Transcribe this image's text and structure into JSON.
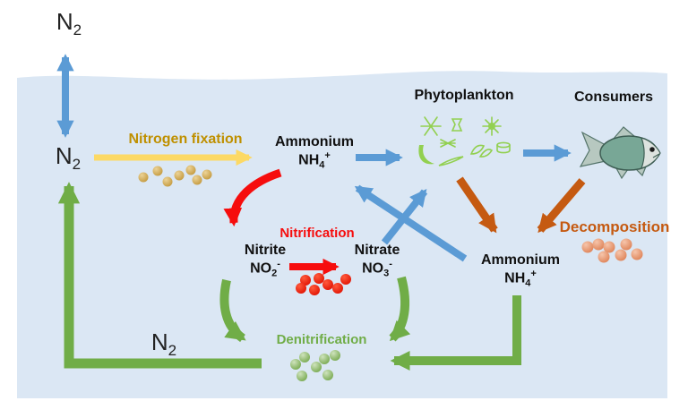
{
  "colors": {
    "water": "#dbe7f4",
    "blue": "#5b9bd5",
    "yellow": "#fcd965",
    "gold": "#bf9000",
    "red": "#f60d0d",
    "green": "#70ad47",
    "orange": "#c55a11",
    "phyto": "#92d050",
    "fish": "#78a796"
  },
  "labels": {
    "n2_atmosphere": {
      "base": "N",
      "sub": "2"
    },
    "n2_dissolved": {
      "base": "N",
      "sub": "2"
    },
    "n2_product": {
      "base": "N",
      "sub": "2"
    },
    "nitrogen_fixation": "Nitrogen fixation",
    "ammonium_pool": {
      "title": "Ammonium",
      "base": "NH",
      "sub": "4",
      "sup": "+"
    },
    "phytoplankton": "Phytoplankton",
    "consumers": "Consumers",
    "nitrification": "Nitrification",
    "nitrite": {
      "title": "Nitrite",
      "base": "NO",
      "sub": "2",
      "sup": "-"
    },
    "nitrate": {
      "title": "Nitrate",
      "base": "NO",
      "sub": "3",
      "sup": "-"
    },
    "ammonium_regenerated": {
      "title": "Ammonium",
      "base": "NH",
      "sub": "4",
      "sup": "+"
    },
    "decomposition": "Decomposition",
    "denitrification": "Denitrification"
  },
  "flows": [
    {
      "from": "N2 atmosphere",
      "to": "N2 dissolved",
      "color": "blue",
      "bidirectional": true
    },
    {
      "from": "N2 dissolved",
      "to": "Ammonium NH4+",
      "process": "Nitrogen fixation",
      "color": "yellow"
    },
    {
      "from": "Ammonium NH4+",
      "to": "Nitrite NO2-",
      "process": "Nitrification",
      "color": "red"
    },
    {
      "from": "Nitrite NO2-",
      "to": "Nitrate NO3-",
      "process": "Nitrification",
      "color": "red"
    },
    {
      "from": "Ammonium NH4+",
      "to": "Phytoplankton",
      "color": "blue"
    },
    {
      "from": "Nitrate NO3-",
      "to": "Phytoplankton",
      "color": "blue"
    },
    {
      "from": "Ammonium NH4+ regenerated",
      "to": "Ammonium NH4+",
      "color": "blue"
    },
    {
      "from": "Phytoplankton",
      "to": "Consumers",
      "color": "blue"
    },
    {
      "from": "Phytoplankton",
      "to": "Ammonium NH4+ regenerated",
      "process": "Decomposition",
      "color": "orange"
    },
    {
      "from": "Consumers",
      "to": "Ammonium NH4+ regenerated",
      "process": "Decomposition",
      "color": "orange"
    },
    {
      "from": "Nitrite NO2-",
      "to": "Denitrification",
      "color": "green"
    },
    {
      "from": "Nitrate NO3-",
      "to": "Denitrification",
      "color": "green"
    },
    {
      "from": "Ammonium NH4+ regenerated",
      "to": "Denitrification",
      "color": "green"
    },
    {
      "from": "Denitrification",
      "to": "N2 dissolved",
      "process": "N2 release",
      "color": "green"
    }
  ]
}
